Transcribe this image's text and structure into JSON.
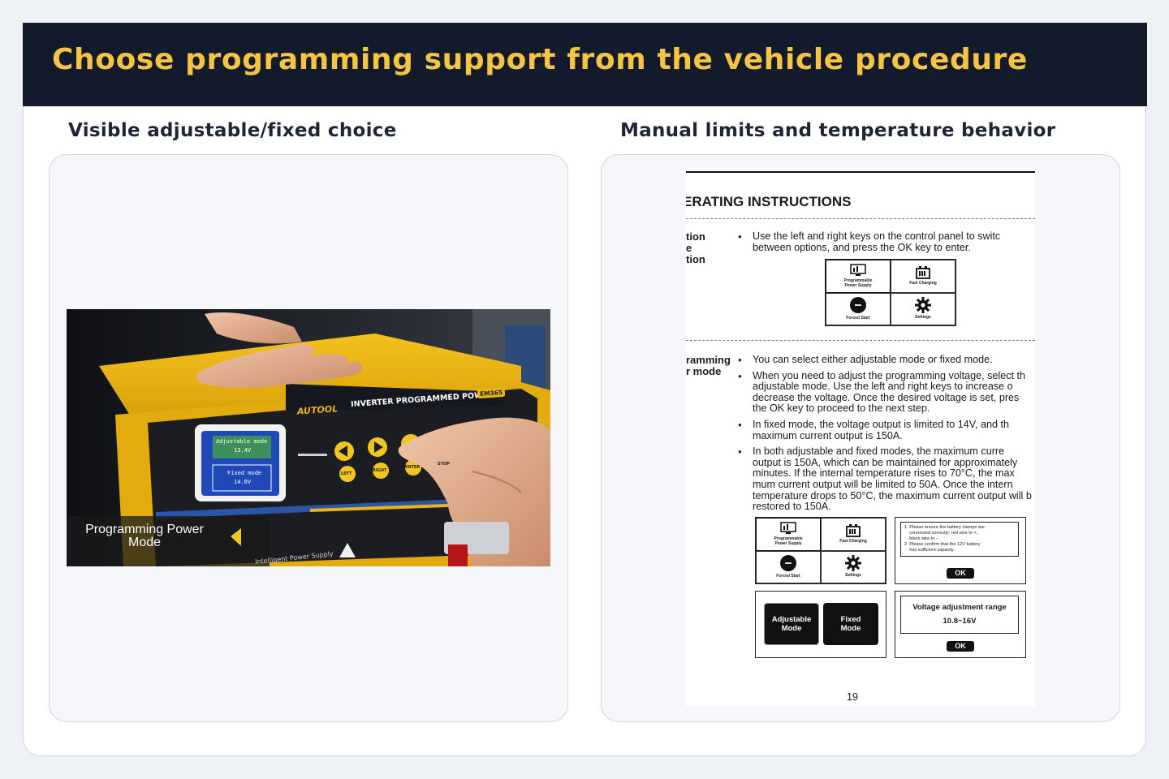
{
  "title": "Choose programming support from the vehicle procedure",
  "left": {
    "title": "Visible adjustable/fixed choice",
    "photo": {
      "brand": "AUTOOL",
      "product": "INVERTER PROGRAMMED POWER",
      "model": "EM365",
      "screen_line1": "Adjustable mode",
      "screen_line2": "13.4V",
      "screen_line3": "Fixed mode",
      "screen_line4": "14.0V",
      "key_labels": [
        "LEFT",
        "RIGHT",
        "ENTER",
        "STOP"
      ],
      "caption": "Programming Power\nMode",
      "footer_text": "Intelligent Power Supply"
    }
  },
  "right": {
    "title": "Manual limits and temperature behavior",
    "doc": {
      "heading": "ERATING INSTRUCTIONS",
      "section1_label": "tion\ne\ntion",
      "section1_bullets": [
        "Use the left and right keys on the control panel to switc\nbetween options, and press the OK key to enter."
      ],
      "section2_label": "ramming\nr mode",
      "section2_bullets": [
        "You can select either adjustable mode or fixed mode.",
        "When you need to adjust the programming voltage, select th\nadjustable mode. Use the left and right keys to increase o\ndecrease the voltage. Once the desired voltage is set, pres\nthe OK key to proceed to the next step.",
        "In fixed mode, the voltage output is limited to 14V, and th\nmaximum current output is 150A.",
        "In both adjustable and fixed modes, the maximum curre\noutput is 150A, which can be maintained for approximately\nminutes. If the internal temperature rises to 70°C, the max\nmum current output will be limited to 50A. Once the intern\ntemperature drops to 50°C, the maximum current output will b\nrestored to 150A."
      ],
      "menu": {
        "programmable": "Programmable\nPower Supply",
        "fast_charging": "Fast Charging",
        "forced_start": "Forced Start",
        "settings": "Settings"
      },
      "notice": "1. Please ensure the battery clamps are\n    connected correctly: red wire to +,\n    black wire to -.\n2. Please confirm that the 12V battery\n    has sufficient capacity.",
      "ok": "OK",
      "adjustable_mode": "Adjustable\nMode",
      "fixed_mode": "Fixed\nMode",
      "range_title": "Voltage adjustment range",
      "range_value": "10.8~16V",
      "page_number": "19"
    }
  }
}
